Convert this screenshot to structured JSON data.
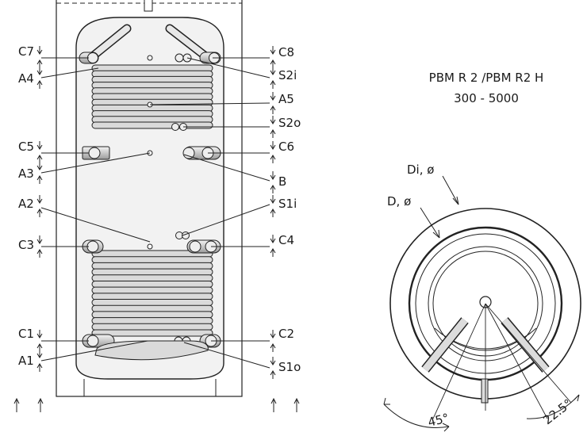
{
  "product": {
    "title_line1": "PBM R 2 /PBM R2 H",
    "title_line2": "300 - 5000"
  },
  "labels_left": [
    "C7",
    "A4",
    "C5",
    "A3",
    "A2",
    "C3",
    "C1",
    "A1"
  ],
  "labels_right": [
    "C8",
    "S2i",
    "A5",
    "S2o",
    "C6",
    "B",
    "S1i",
    "C4",
    "C2",
    "S1o"
  ],
  "plan_view": {
    "inner_diameter_label": "Di, ø",
    "outer_diameter_label": "D, ø",
    "angle_left": "45°",
    "angle_right": "22.5°"
  },
  "colors": {
    "line": "#222222",
    "tank_fill": "#f2f2f2",
    "coil_fill": "#dadada"
  }
}
